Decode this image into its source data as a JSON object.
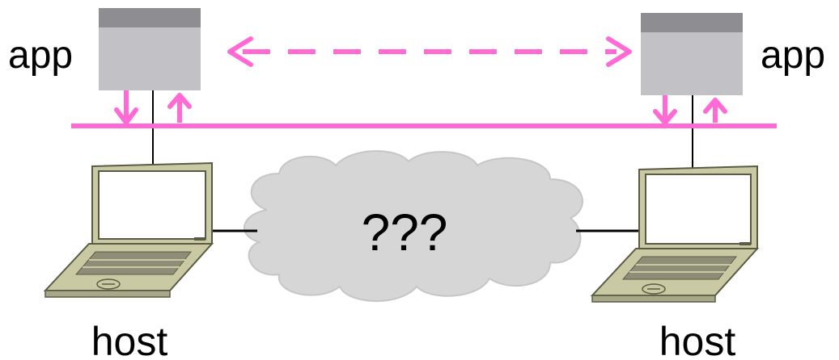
{
  "labels": {
    "app_left": "app",
    "app_right": "app",
    "host_left": "host",
    "host_right": "host",
    "cloud": "???"
  },
  "colors": {
    "accent": "#ff6ad5",
    "app_box_body": "#c2c2c6",
    "app_box_header": "#8e8e92",
    "cloud": "#d6d6d6",
    "laptop_frame": "#c9c9a4",
    "laptop_outline": "#5b5b45",
    "line": "#000000"
  },
  "icons": [
    "laptop-icon",
    "cloud-icon",
    "app-window-icon",
    "arrow-down-icon",
    "arrow-up-icon",
    "double-arrow-icon"
  ]
}
